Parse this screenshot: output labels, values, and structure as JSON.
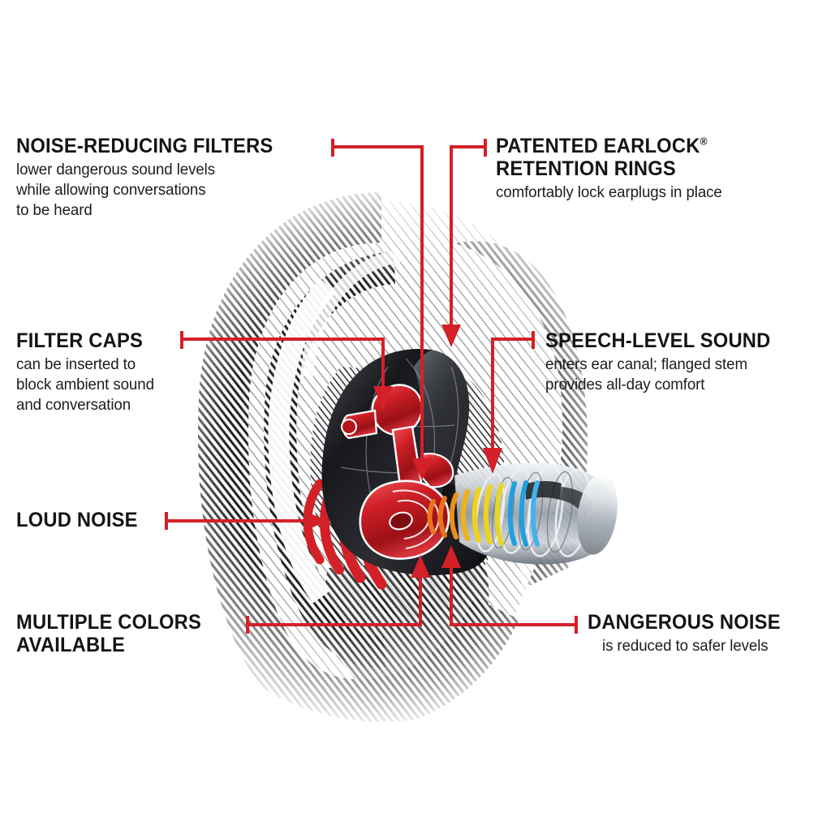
{
  "figure": {
    "kind": "annotated-product-illustration",
    "subject": "high-fidelity filtered earplug shown inside a cutaway ear",
    "background_color": "#ffffff",
    "accent_color": "#D42027",
    "text_color": "#141414"
  },
  "callouts": [
    {
      "id": "noise-reducing-filters",
      "heading": "NOISE-REDUCING FILTERS",
      "body": [
        "lower dangerous sound levels",
        "while allowing conversations",
        "to be heard"
      ],
      "side": "left"
    },
    {
      "id": "patented-earlock-retention-rings",
      "heading_line_1": "PATENTED EARLOCK",
      "heading_superscript": "®",
      "heading_line_2": "RETENTION RINGS",
      "body": [
        "comfortably lock earplugs in place"
      ],
      "side": "right"
    },
    {
      "id": "filter-caps",
      "heading": "FILTER CAPS",
      "body": [
        "can be inserted to",
        "block ambient sound",
        "and conversation"
      ],
      "side": "left"
    },
    {
      "id": "speech-level-sound",
      "heading": "SPEECH-LEVEL SOUND",
      "body": [
        "enters ear canal; flanged stem",
        "provides all-day comfort"
      ],
      "side": "right"
    },
    {
      "id": "loud-noise",
      "heading": "LOUD NOISE",
      "body": [],
      "side": "left"
    },
    {
      "id": "multiple-colors-available",
      "heading_line_1": "MULTIPLE COLORS",
      "heading_line_2": "AVAILABLE",
      "body": [],
      "side": "left"
    },
    {
      "id": "dangerous-noise",
      "heading": "DANGEROUS NOISE",
      "body": [
        "is reduced to safer levels"
      ],
      "side": "right"
    }
  ],
  "illustration": {
    "ear": {
      "style": "diagonal-hatch engraving",
      "hatch_color": "#161616"
    },
    "earplug": {
      "body_color": "#1b1b1f",
      "filter_assembly_color": "#D42027",
      "stem_color": "#c9ced3",
      "sound_ring_colors": [
        "#e8751a",
        "#f2d31a",
        "#1f9fe0"
      ]
    },
    "sound_waves": {
      "arc_count": 4,
      "color": "#D42027",
      "meaning": "incoming loud noise"
    }
  }
}
